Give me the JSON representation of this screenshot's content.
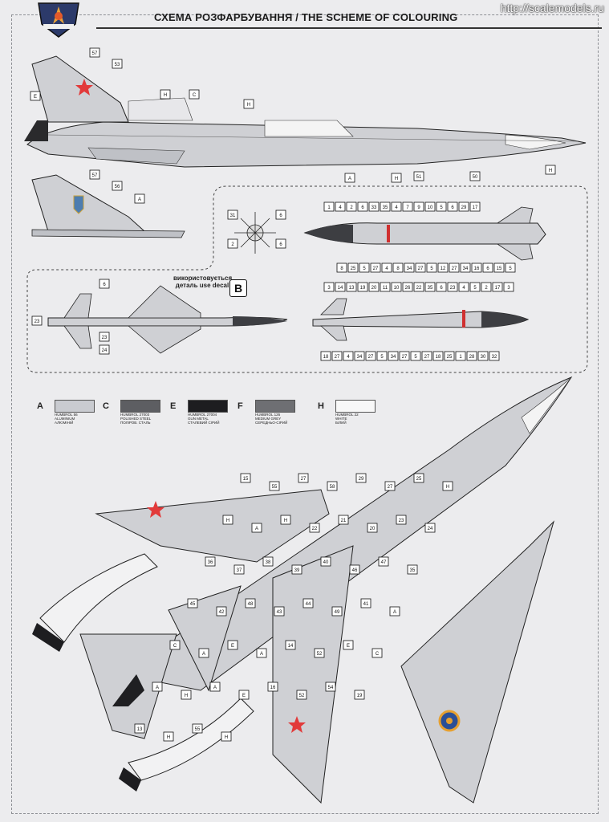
{
  "header": {
    "title": "СХЕМА РОЗФАРБУВАННЯ  / THE SCHEME OF COLOURING",
    "watermark": "http://scalemodels.ru",
    "logo_name": "modelsvit-logo"
  },
  "decal_note": {
    "text": "використовується деталь use decal",
    "letter": "B"
  },
  "legend": [
    {
      "letter": "A",
      "code": "HUMBROL 56",
      "name_en": "ALUMINIUM",
      "name_ua": "АЛЮМІНІЙ",
      "color": "#c9cbd0"
    },
    {
      "letter": "C",
      "code": "HUMBROL 27003",
      "name_en": "POLISHED STEEL",
      "name_ua": "ПОЛІРОВ. СТАЛЬ",
      "color": "#5d5e62"
    },
    {
      "letter": "E",
      "code": "HUMBROL 27004",
      "name_en": "GUN METAL",
      "name_ua": "СТАЛЕВИЙ СІРИЙ",
      "color": "#1d1d20"
    },
    {
      "letter": "F",
      "code": "HUMBROL 126",
      "name_en": "MEDIUM GREY",
      "name_ua": "СЕРЕДНЬО-СІРИЙ",
      "color": "#6e6f73"
    },
    {
      "letter": "H",
      "code": "HUMBROL 22",
      "name_en": "WHITE",
      "name_ua": "БІЛИЙ",
      "color": "#f8f8f8"
    }
  ],
  "callouts": {
    "side_view": [
      "57",
      "53",
      "H",
      "C",
      "E",
      "H",
      "A",
      "H",
      "51",
      "50",
      "H"
    ],
    "tail_view": [
      "57",
      "56",
      "A"
    ],
    "missile_numbers": [
      "1",
      "4",
      "2",
      "6",
      "33",
      "35",
      "4",
      "7",
      "9",
      "10",
      "5",
      "6",
      "29",
      "17",
      "8",
      "25",
      "5",
      "27",
      "4",
      "8",
      "34",
      "27",
      "5",
      "12",
      "27",
      "34",
      "16",
      "6",
      "15",
      "5",
      "3",
      "14",
      "13",
      "19",
      "20",
      "11",
      "10",
      "26",
      "22",
      "35",
      "6",
      "23",
      "4",
      "5",
      "2",
      "17",
      "3",
      "18",
      "27",
      "4",
      "34",
      "27",
      "5",
      "34",
      "27",
      "5",
      "27",
      "18",
      "25",
      "1",
      "28",
      "30",
      "32",
      "31",
      "6",
      "2",
      "6",
      "6",
      "23",
      "23",
      "24"
    ],
    "plan_view": [
      "15",
      "55",
      "27",
      "58",
      "29",
      "27",
      "25",
      "H",
      "H",
      "A",
      "H",
      "22",
      "21",
      "20",
      "23",
      "24",
      "36",
      "37",
      "38",
      "39",
      "40",
      "46",
      "47",
      "35",
      "45",
      "42",
      "48",
      "43",
      "44",
      "49",
      "41",
      "A",
      "C",
      "A",
      "E",
      "A",
      "14",
      "52",
      "E",
      "C",
      "A",
      "H",
      "A",
      "E",
      "16",
      "52",
      "54",
      "19",
      "13",
      "H",
      "55",
      "H"
    ],
    "letters": [
      "A",
      "C",
      "E",
      "F",
      "H"
    ]
  }
}
